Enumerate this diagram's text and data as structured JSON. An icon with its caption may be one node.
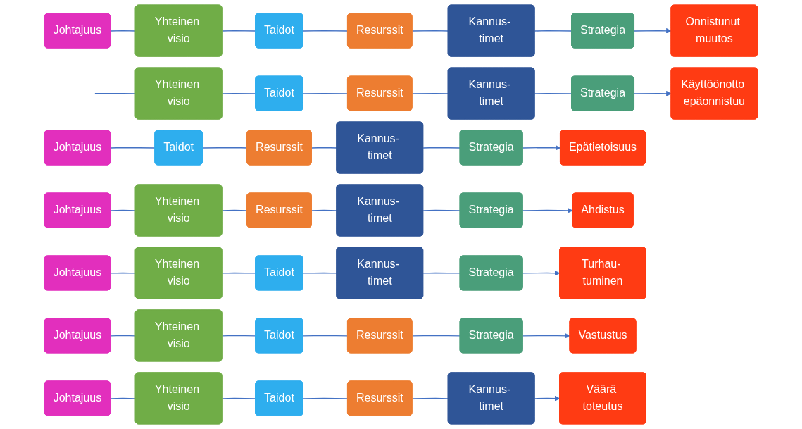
{
  "diagram": {
    "nodes": [
      {
        "text": [
          "Johtajuus"
        ]
      },
      {
        "text": [
          "Yhteinen visio"
        ]
      },
      {
        "text": [
          "Taidot"
        ]
      },
      {
        "text": [
          "Resurssit"
        ]
      },
      {
        "text": [
          "Kannus- timet"
        ]
      },
      {
        "text": [
          "Strategia"
        ]
      },
      {
        "text": [
          "Onnistunut muutos"
        ]
      },
      {
        "text": [
          "Yhteinen visio"
        ]
      },
      {
        "text": [
          "Taidot"
        ]
      },
      {
        "text": [
          "Resurssit"
        ]
      },
      {
        "text": [
          "Kannus- timet"
        ]
      },
      {
        "text": [
          "Strategia"
        ]
      },
      {
        "text": [
          "Käyttöönotto epäonnistuu"
        ]
      },
      {
        "text": [
          "Johtajuus"
        ]
      },
      {
        "text": [
          "Taidot"
        ]
      },
      {
        "text": [
          "Resurssit"
        ]
      },
      {
        "text": [
          "Kannus- timet"
        ]
      },
      {
        "text": [
          "Strategia"
        ]
      },
      {
        "text": [
          "Epätietoisuus"
        ]
      },
      {
        "text": [
          "Johtajuus"
        ]
      },
      {
        "text": [
          "Yhteinen visio"
        ]
      },
      {
        "text": [
          "Resurssit"
        ]
      },
      {
        "text": [
          "Kannus- timet"
        ]
      },
      {
        "text": [
          "Strategia"
        ]
      },
      {
        "text": [
          "Ahdistus"
        ]
      },
      {
        "text": [
          "Johtajuus"
        ]
      },
      {
        "text": [
          "Yhteinen visio"
        ]
      },
      {
        "text": [
          "Taidot"
        ]
      },
      {
        "text": [
          "Kannus- timet"
        ]
      },
      {
        "text": [
          "Strategia"
        ]
      },
      {
        "text": [
          "Turhau- tuminen"
        ]
      },
      {
        "text": [
          "Johtajuus"
        ]
      },
      {
        "text": [
          "Yhteinen visio"
        ]
      },
      {
        "text": [
          "Taidot"
        ]
      },
      {
        "text": [
          "Resurssit"
        ]
      },
      {
        "text": [
          "Strategia"
        ]
      },
      {
        "text": [
          "Vastustus"
        ]
      },
      {
        "text": [
          "Johtajuus"
        ]
      },
      {
        "text": [
          "Yhteinen visio"
        ]
      },
      {
        "text": [
          "Taidot"
        ]
      },
      {
        "text": [
          "Resurssit"
        ]
      },
      {
        "text": [
          "Kannus- timet"
        ]
      },
      {
        "text": [
          "Väärä toteutus"
        ]
      }
    ],
    "edges": [
      {
        "from": 0,
        "to": 1,
        "arrow": "none"
      },
      {
        "from": 1,
        "to": 2,
        "arrow": "none"
      },
      {
        "from": 2,
        "to": 3,
        "arrow": "none"
      },
      {
        "from": 3,
        "to": 4,
        "arrow": "none"
      },
      {
        "from": 4,
        "to": 5,
        "arrow": "none"
      },
      {
        "from": 5,
        "to": 6,
        "arrow": "to"
      },
      {
        "from": null,
        "to": 7,
        "arrow": "none"
      },
      {
        "from": 7,
        "to": 8,
        "arrow": "none"
      },
      {
        "from": 8,
        "to": 9,
        "arrow": "none"
      },
      {
        "from": 9,
        "to": 10,
        "arrow": "none"
      },
      {
        "from": 10,
        "to": 11,
        "arrow": "none"
      },
      {
        "from": 11,
        "to": 12,
        "arrow": "to"
      },
      {
        "from": 13,
        "to": 14,
        "arrow": "none"
      },
      {
        "from": 14,
        "to": 15,
        "arrow": "none"
      },
      {
        "from": 15,
        "to": 16,
        "arrow": "none"
      },
      {
        "from": 16,
        "to": 17,
        "arrow": "none"
      },
      {
        "from": 17,
        "to": 18,
        "arrow": "to"
      },
      {
        "from": 19,
        "to": 20,
        "arrow": "none"
      },
      {
        "from": 20,
        "to": 21,
        "arrow": "none"
      },
      {
        "from": 21,
        "to": 22,
        "arrow": "none"
      },
      {
        "from": 22,
        "to": 23,
        "arrow": "none"
      },
      {
        "from": 23,
        "to": 24,
        "arrow": "to"
      },
      {
        "from": 25,
        "to": 26,
        "arrow": "none"
      },
      {
        "from": 26,
        "to": 27,
        "arrow": "none"
      },
      {
        "from": 27,
        "to": 28,
        "arrow": "none"
      },
      {
        "from": 28,
        "to": 29,
        "arrow": "none"
      },
      {
        "from": 29,
        "to": 30,
        "arrow": "to"
      },
      {
        "from": 31,
        "to": 32,
        "arrow": "none"
      },
      {
        "from": 32,
        "to": 33,
        "arrow": "none"
      },
      {
        "from": 33,
        "to": 34,
        "arrow": "none"
      },
      {
        "from": 34,
        "to": 35,
        "arrow": "none"
      },
      {
        "from": 35,
        "to": 36,
        "arrow": "to"
      },
      {
        "from": 37,
        "to": 38,
        "arrow": "none"
      },
      {
        "from": 38,
        "to": 39,
        "arrow": "none"
      },
      {
        "from": 39,
        "to": 40,
        "arrow": "none"
      },
      {
        "from": 40,
        "to": 41,
        "arrow": "none"
      },
      {
        "from": 41,
        "to": 42,
        "arrow": "to"
      }
    ]
  }
}
